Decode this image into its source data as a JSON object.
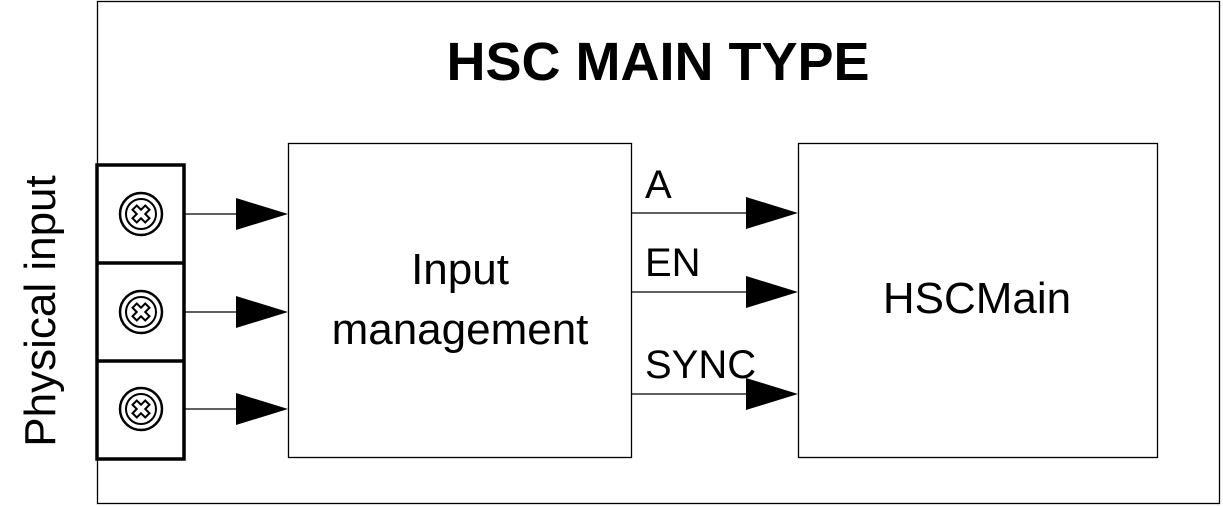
{
  "diagram": {
    "title": "HSC MAIN TYPE",
    "side_label": "Physical input",
    "blocks": {
      "input_management": {
        "line1": "Input",
        "line2": "management"
      },
      "hsc_main": {
        "label": "HSCMain"
      }
    },
    "signals": [
      {
        "label": "A"
      },
      {
        "label": "EN"
      },
      {
        "label": "SYNC"
      }
    ],
    "terminals": [
      {
        "icon": "screw-terminal-icon"
      },
      {
        "icon": "screw-terminal-icon"
      },
      {
        "icon": "screw-terminal-icon"
      }
    ]
  }
}
